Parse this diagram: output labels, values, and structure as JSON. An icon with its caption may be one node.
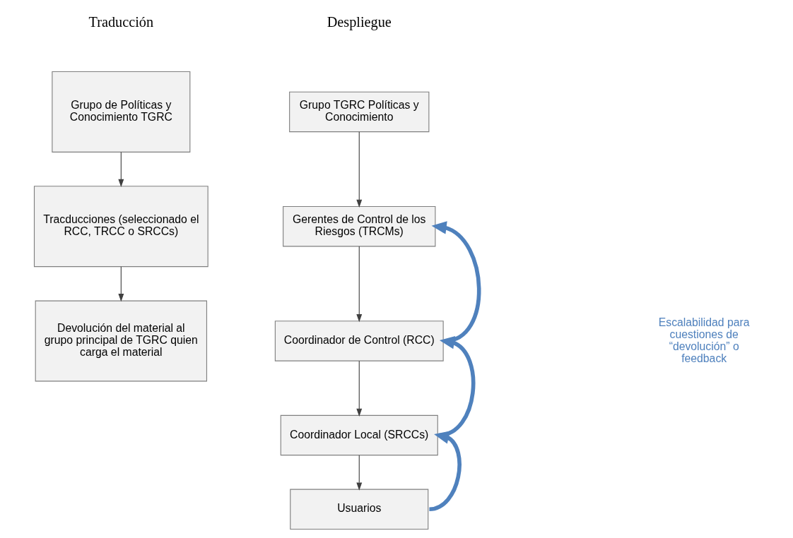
{
  "diagram": {
    "nodes": [
      {
        "text": [
          "Grupo de Políticas y Conocimiento TGRC"
        ]
      },
      {
        "text": [
          "Tracducciones (seleccionado el RCC, TRCC o SRCCs)"
        ]
      },
      {
        "text": [
          "Devolución del material al grupo principal de TGRC quien carga el material"
        ]
      },
      {
        "text": [
          "Grupo TGRC Políticas y Conocimiento"
        ]
      },
      {
        "text": [
          "Gerentes de Control de los Riesgos (TRCMs)"
        ]
      },
      {
        "text": [
          "Coordinador de Control (RCC)"
        ]
      },
      {
        "text": [
          "Coordinador Local (SRCCs)"
        ]
      },
      {
        "text": [
          "Usuarios"
        ]
      }
    ],
    "edges": [
      {
        "from": 0,
        "to": 1,
        "arrow": "to"
      },
      {
        "from": 1,
        "to": 2,
        "arrow": "to"
      },
      {
        "from": 3,
        "to": 4,
        "arrow": "to"
      },
      {
        "from": 4,
        "to": 5,
        "arrow": "to"
      },
      {
        "from": 5,
        "to": 6,
        "arrow": "to"
      },
      {
        "from": 6,
        "to": 7,
        "arrow": "to"
      },
      {
        "from": 5,
        "to": 4,
        "arrow": "to",
        "style": "thick",
        "color": "#4f81bd"
      },
      {
        "from": 6,
        "to": 5,
        "arrow": "to",
        "style": "thick",
        "color": "#4f81bd"
      },
      {
        "from": 7,
        "to": 6,
        "arrow": "to",
        "style": "thick",
        "color": "#4f81bd"
      }
    ],
    "labels": [
      "Traducción",
      "Despliegue",
      "Escalabilidad para cuestiones de “devolución” o feedback"
    ]
  }
}
